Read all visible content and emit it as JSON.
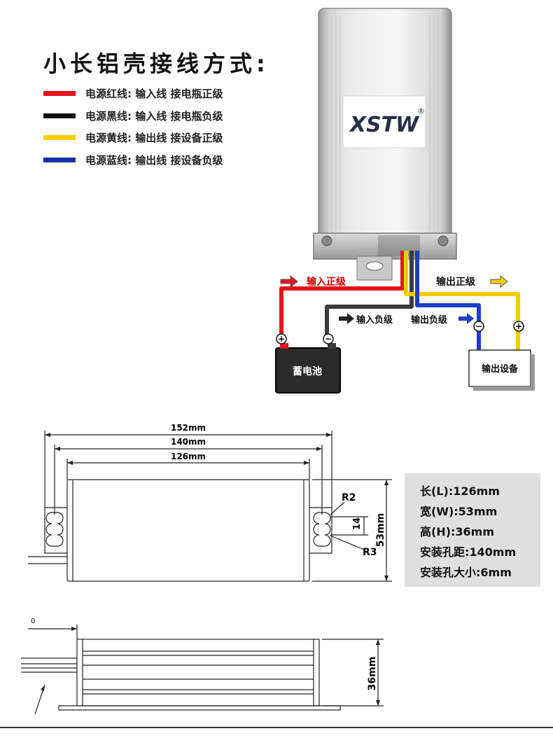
{
  "heading": "小长铝壳接线方式:",
  "legend": [
    {
      "color": "#e8141c",
      "label": "电源红线: 输入线 接电瓶正级"
    },
    {
      "color": "#111111",
      "label": "电源黑线: 输入线 接电瓶负级"
    },
    {
      "color": "#f5d000",
      "label": "电源黄线: 输出线 接设备正级"
    },
    {
      "color": "#1730a8",
      "label": "电源蓝线: 输出线 接设备负级"
    }
  ],
  "logo": {
    "text": "XSTW",
    "mark": "®"
  },
  "wiring": {
    "input_positive": "输入正级",
    "output_positive": "输出正级",
    "input_negative": "输入负级",
    "output_negative": "输出负级",
    "battery": "蓄电池",
    "device": "输出设备",
    "plus": "+",
    "minus": "−"
  },
  "drawing_top": {
    "dim_152": "152mm",
    "dim_140": "140mm",
    "dim_126": "126mm",
    "r2": "R2",
    "r3": "R3",
    "dim_14": "14",
    "dim_53": "53mm"
  },
  "specs": [
    "长(L):126mm",
    "宽(W):53mm",
    "高(H):36mm",
    "安装孔距:140mm",
    "安装孔大小:6mm"
  ],
  "drawing_side": {
    "zero": "0",
    "dim_36": "36mm"
  }
}
